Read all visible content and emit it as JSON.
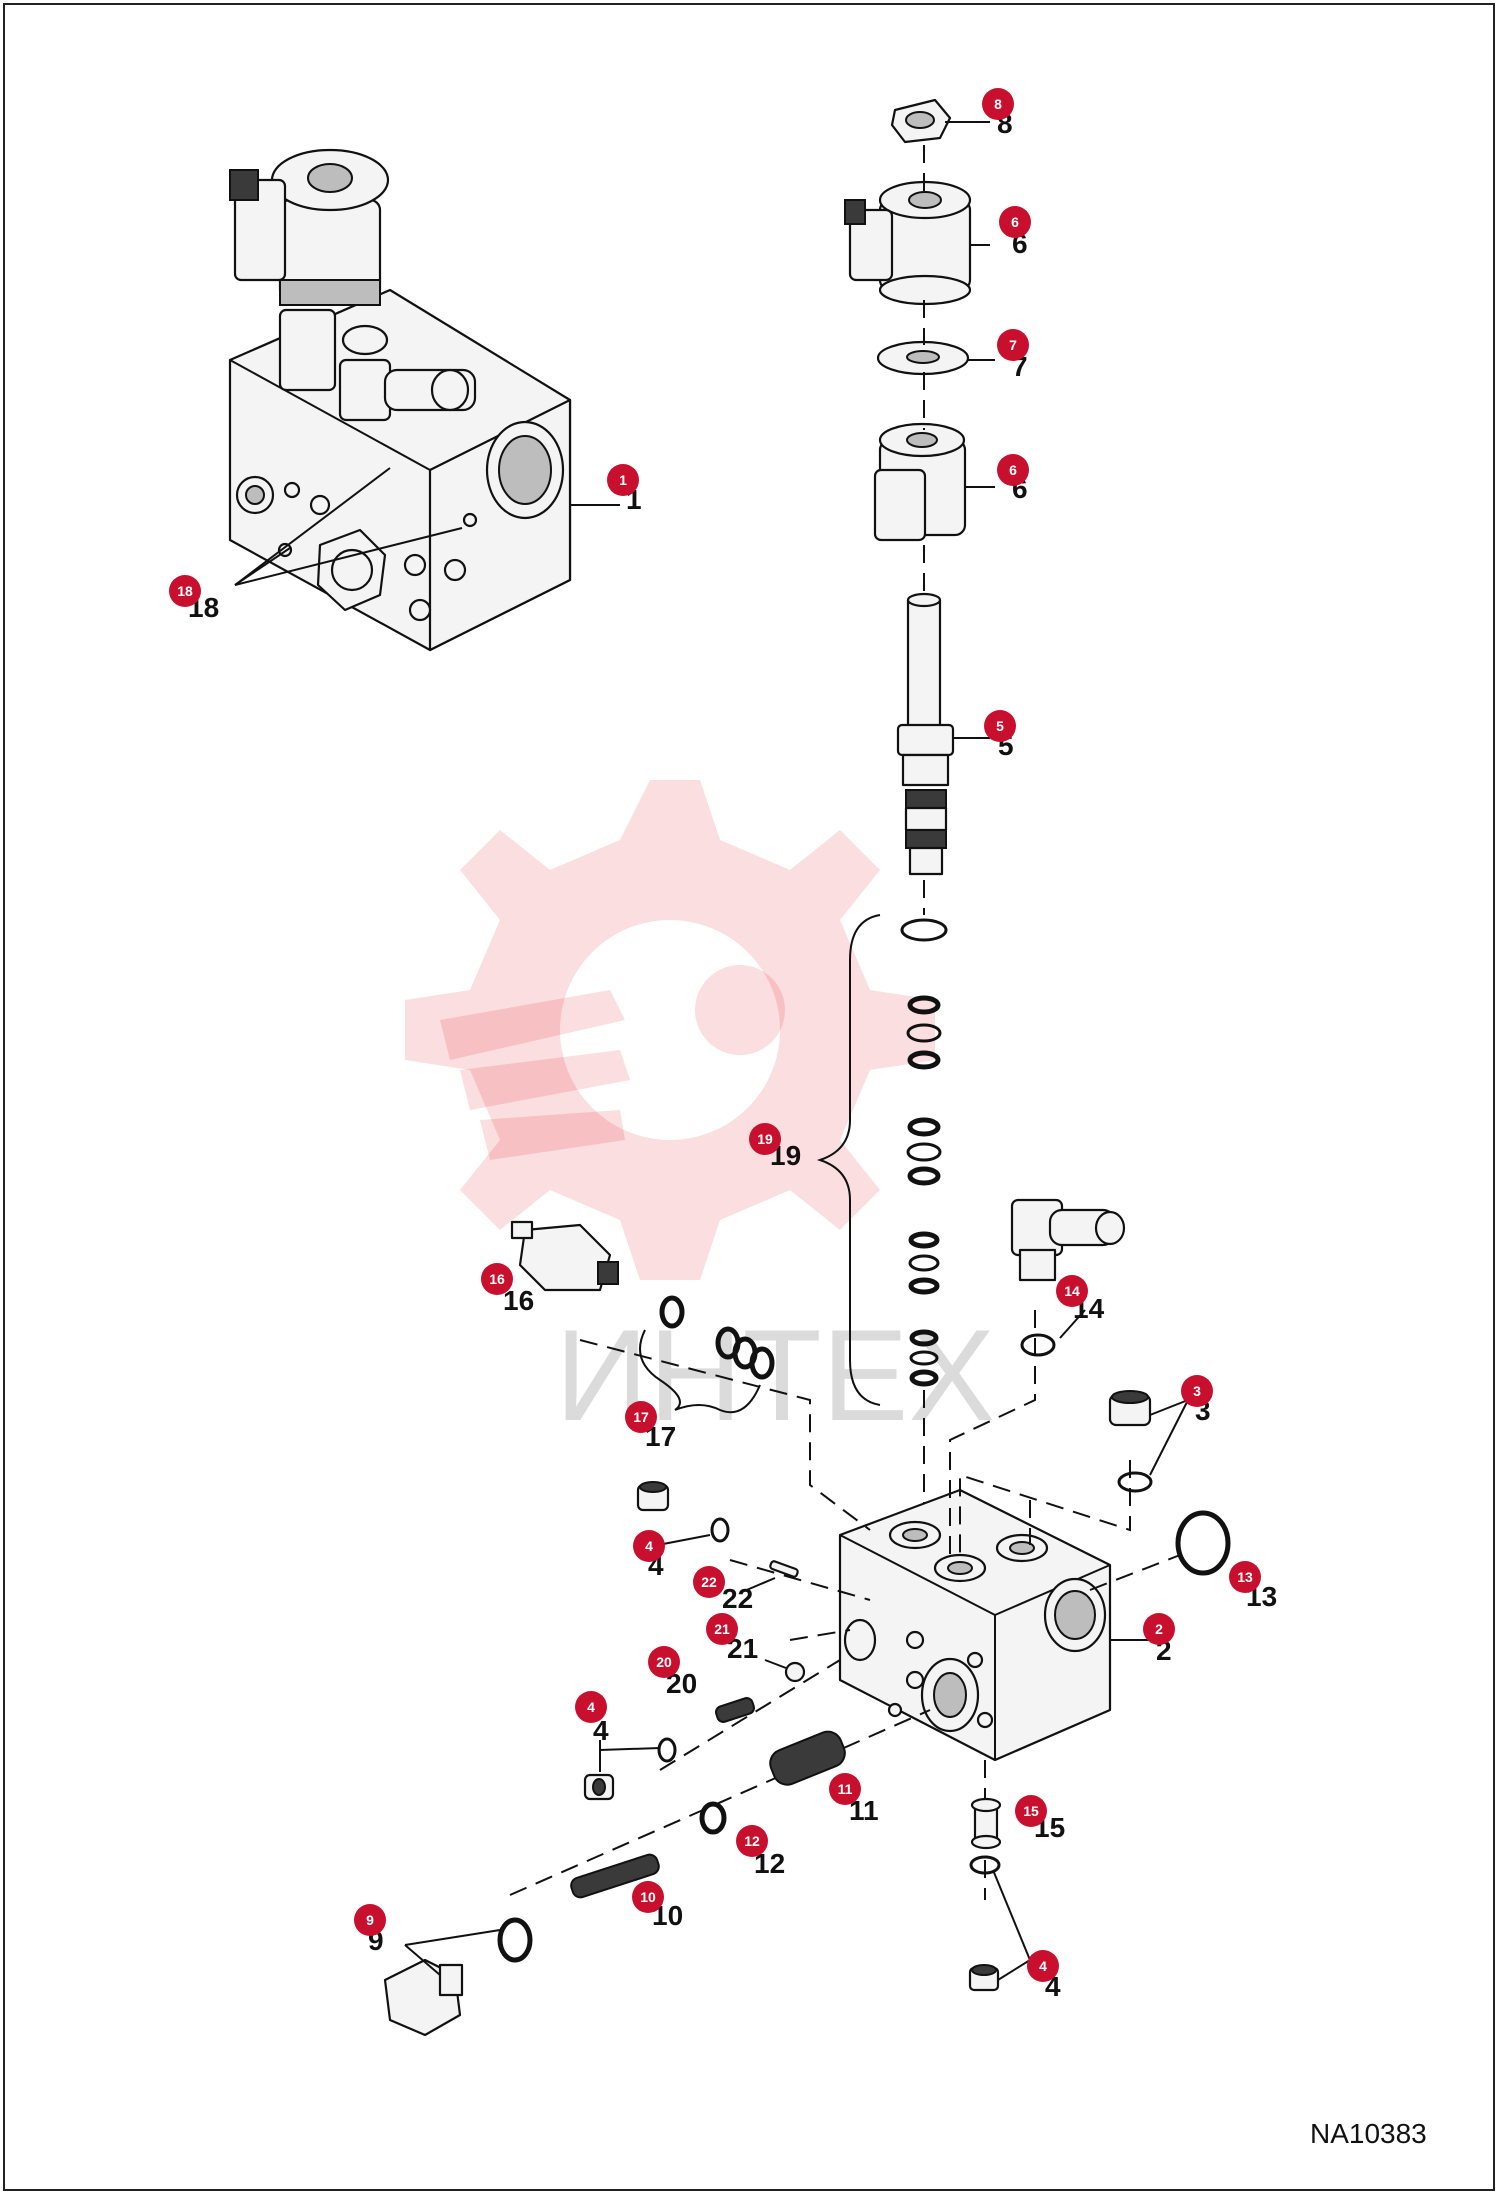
{
  "reference": "NA10383",
  "watermark_text": "ИНТЕХ",
  "brand_color": "#c8102e",
  "callouts": [
    {
      "num": "1",
      "label": "1"
    },
    {
      "num": "2",
      "label": "2"
    },
    {
      "num": "3",
      "label": "3"
    },
    {
      "num": "4",
      "label": "4"
    },
    {
      "num": "4",
      "label": "4"
    },
    {
      "num": "4",
      "label": "4"
    },
    {
      "num": "5",
      "label": "5"
    },
    {
      "num": "6",
      "label": "6"
    },
    {
      "num": "6",
      "label": "6"
    },
    {
      "num": "7",
      "label": "7"
    },
    {
      "num": "8",
      "label": "8"
    },
    {
      "num": "9",
      "label": "9"
    },
    {
      "num": "10",
      "label": "10"
    },
    {
      "num": "11",
      "label": "11"
    },
    {
      "num": "12",
      "label": "12"
    },
    {
      "num": "13",
      "label": "13"
    },
    {
      "num": "14",
      "label": "14"
    },
    {
      "num": "15",
      "label": "15"
    },
    {
      "num": "16",
      "label": "16"
    },
    {
      "num": "17",
      "label": "17"
    },
    {
      "num": "18",
      "label": "18"
    },
    {
      "num": "19",
      "label": "19"
    },
    {
      "num": "20",
      "label": "20"
    },
    {
      "num": "21",
      "label": "21"
    },
    {
      "num": "22",
      "label": "22"
    }
  ]
}
